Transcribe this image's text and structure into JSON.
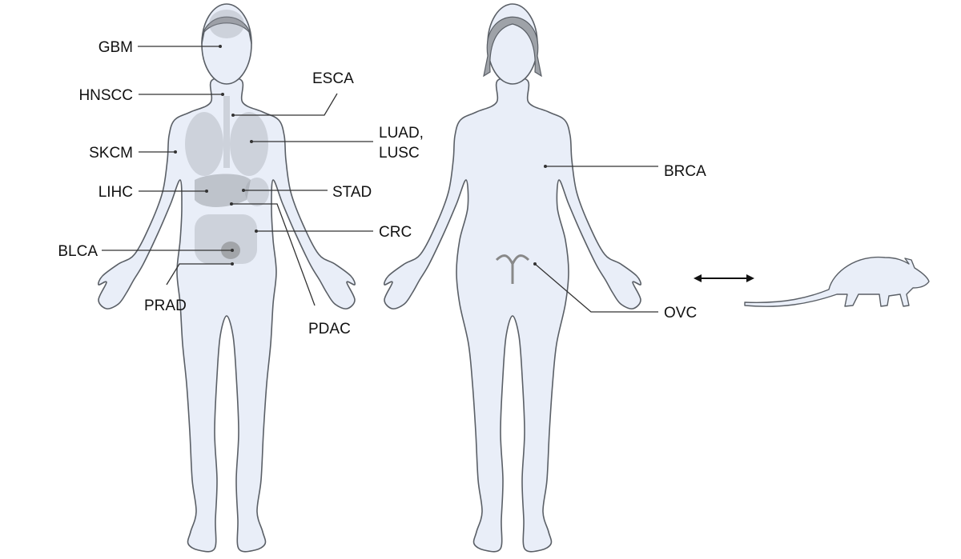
{
  "male_labels": {
    "gbm": "GBM",
    "hnscc": "HNSCC",
    "esca": "ESCA",
    "luad": "LUAD,",
    "lusc": "LUSC",
    "skcm": "SKCM",
    "lihc": "LIHC",
    "stad": "STAD",
    "crc": "CRC",
    "blca": "BLCA",
    "prad": "PRAD",
    "pdac": "PDAC"
  },
  "female_labels": {
    "brca": "BRCA",
    "ovc": "OVC"
  },
  "icons": {
    "arrow": "double-headed-arrow",
    "animal": "rat-silhouette"
  },
  "colors": {
    "skin": "#e9eef8",
    "outline": "#5a5f66",
    "hair": "#9ea2a8"
  }
}
